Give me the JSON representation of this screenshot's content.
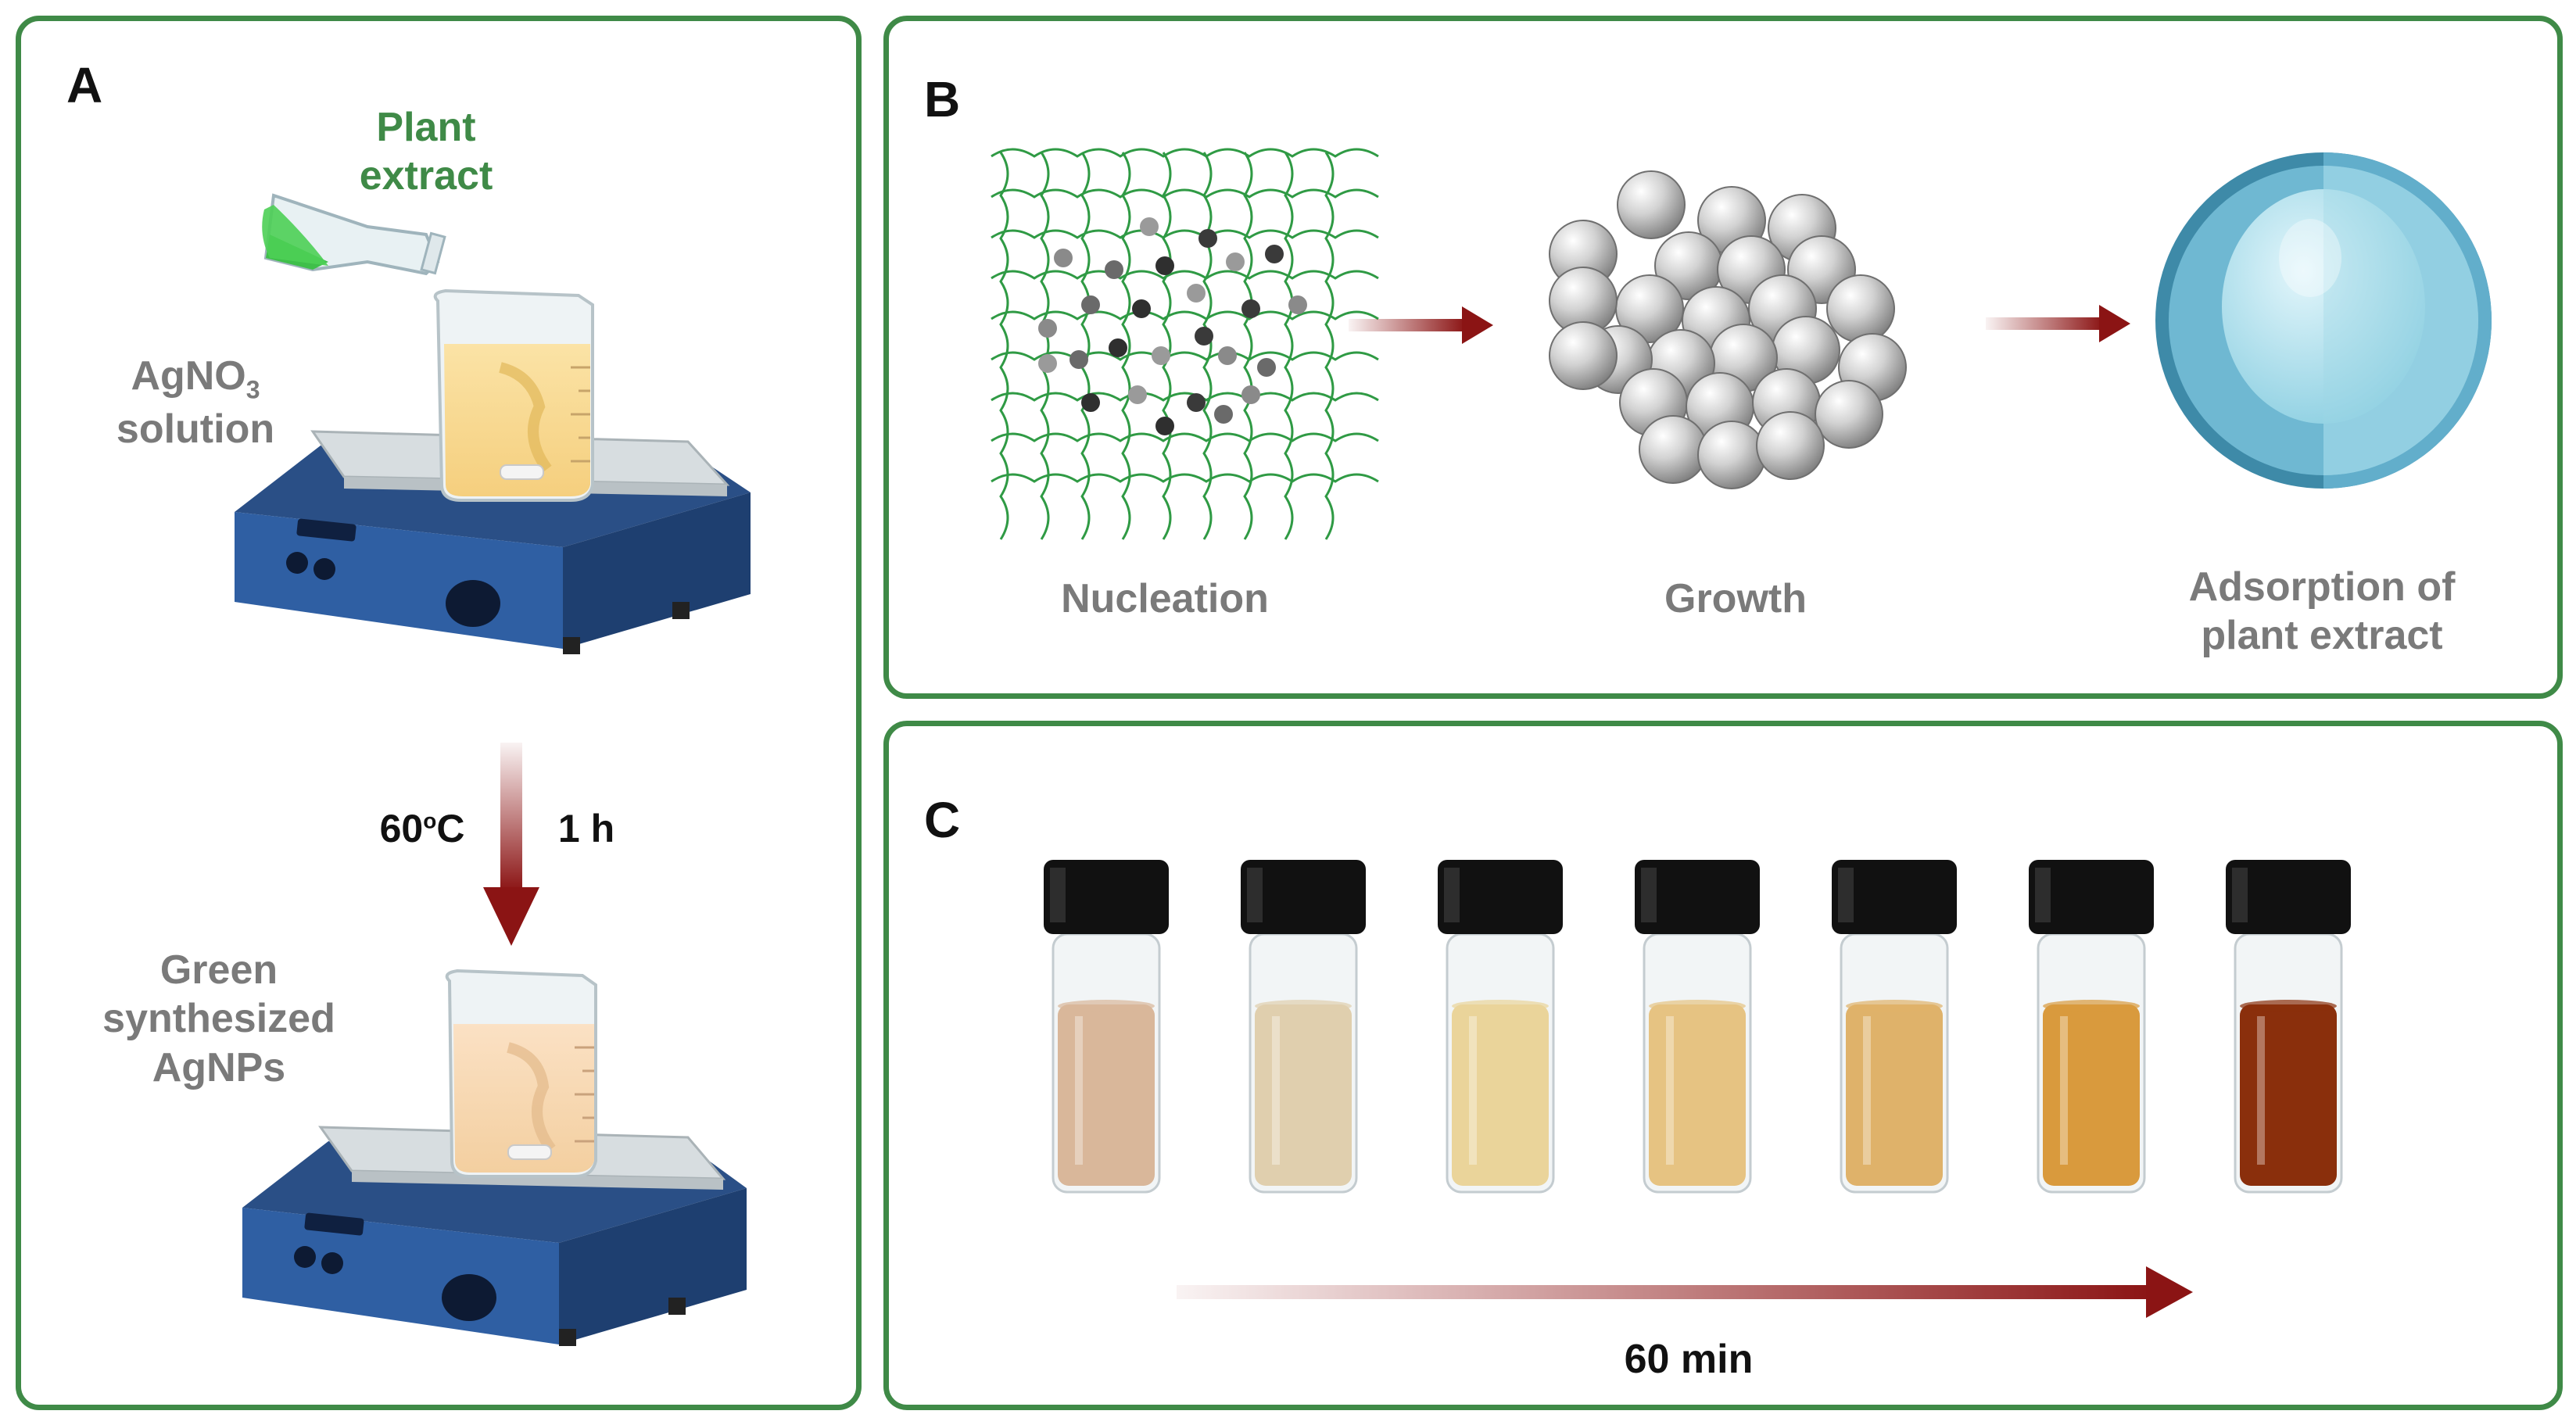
{
  "panel_a": {
    "letter": "A",
    "plant_extract_line1": "Plant",
    "plant_extract_line2": "extract",
    "agno3_line1": "AgNO",
    "agno3_sub": "3",
    "agno3_line2": "solution",
    "temperature": "60",
    "temperature_sup": "o",
    "temperature_unit": "C",
    "duration": "1 h",
    "product_line1": "Green",
    "product_line2": "synthesized",
    "product_line3": "AgNPs"
  },
  "panel_b": {
    "letter": "B",
    "stages": [
      "Nucleation",
      "Growth",
      "Adsorption of",
      "plant extract"
    ]
  },
  "panel_c": {
    "letter": "C",
    "vial_colors": [
      "#d9b79a",
      "#e0cfae",
      "#ead49a",
      "#e6c382",
      "#dfb26a",
      "#d99a3d",
      "#8a2f0c"
    ],
    "time_label": "60 min"
  },
  "colors": {
    "frame": "#3f8a47",
    "arrow": "#8b1414",
    "label_grey": "#7a7a7a",
    "label_green": "#3f8a47"
  },
  "icons": [
    "erlenmeyer-flask-icon",
    "beaker-icon",
    "hot-plate-stirrer-icon",
    "nanoparticle-cluster-icon",
    "coated-nanoparticle-icon",
    "vial-icon"
  ]
}
